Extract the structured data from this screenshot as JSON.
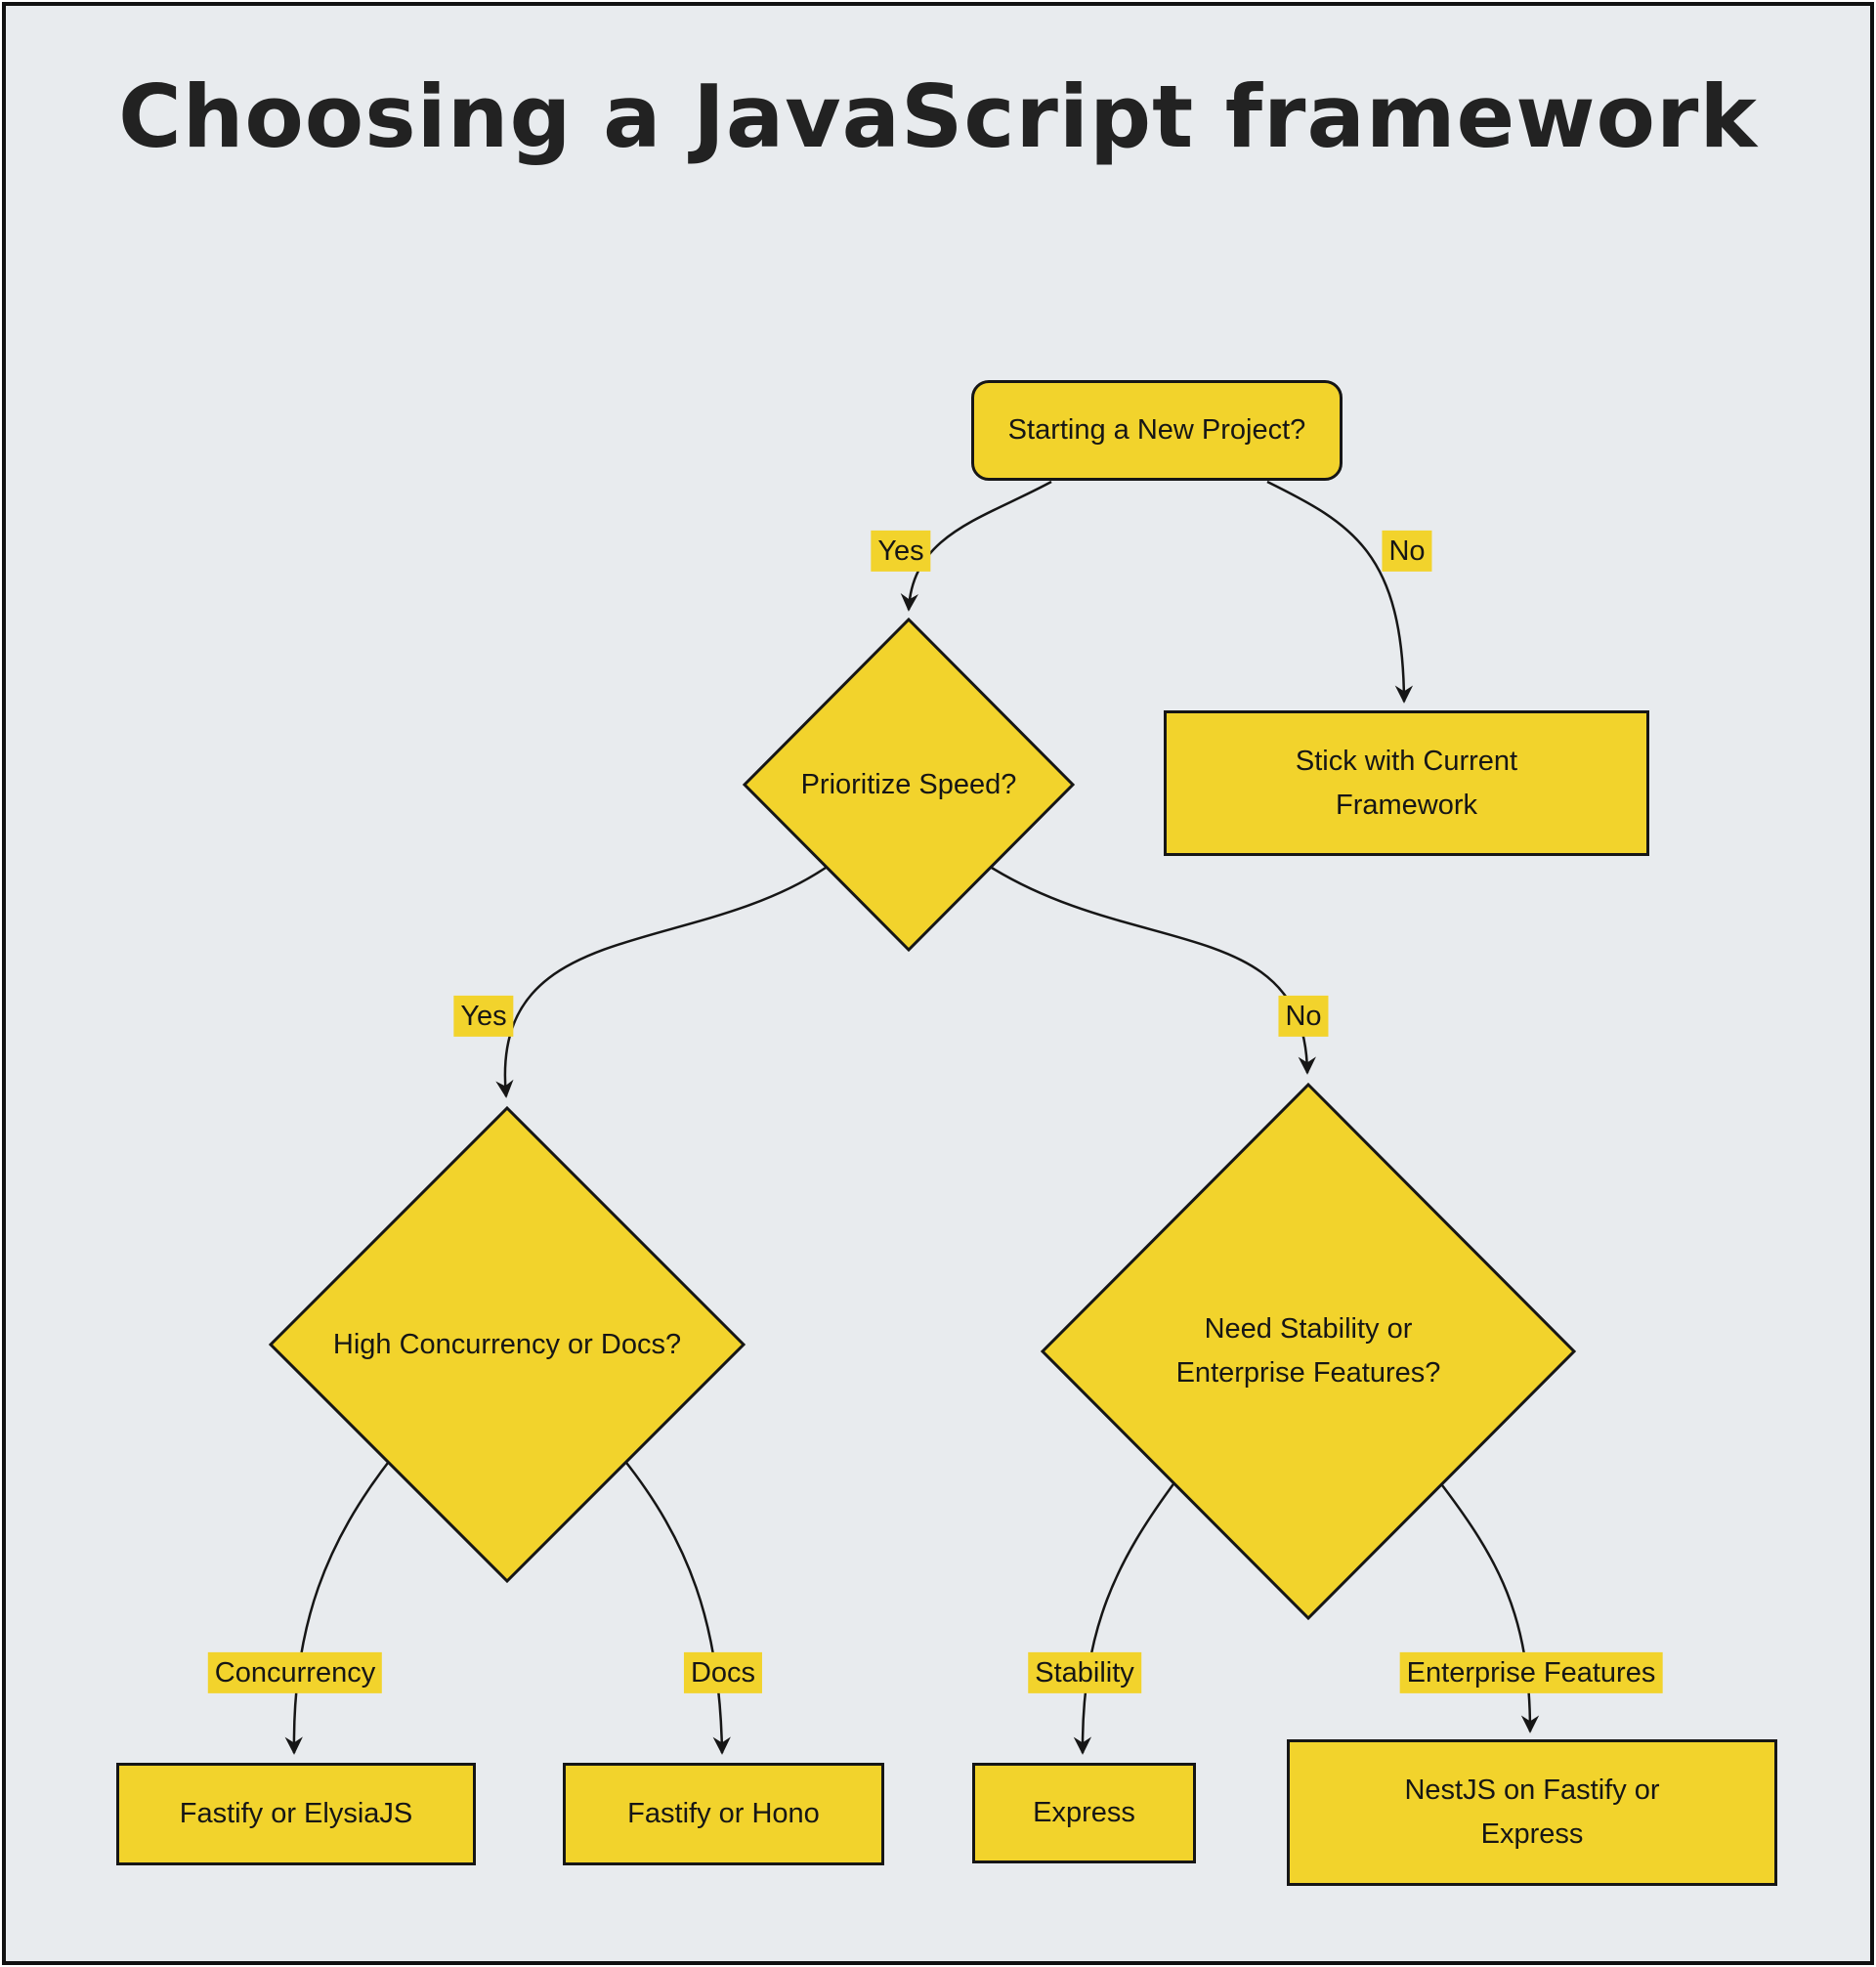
{
  "title": "Choosing a JavaScript framework",
  "colors": {
    "background": "#e8ebee",
    "node_fill": "#f2d32c",
    "stroke": "#161616",
    "frame_border": "#111111"
  },
  "nodes": {
    "start": {
      "label": "Starting a New Project?",
      "shape": "rounded-rect"
    },
    "speed": {
      "label": "Prioritize Speed?",
      "shape": "diamond"
    },
    "stick": {
      "label": "Stick with Current\nFramework",
      "shape": "rect"
    },
    "concurrency_docs": {
      "label": "High Concurrency or Docs?",
      "shape": "diamond"
    },
    "stability_enterprise": {
      "label": "Need Stability or\nEnterprise Features?",
      "shape": "diamond"
    },
    "fastify_elysia": {
      "label": "Fastify or ElysiaJS",
      "shape": "rect"
    },
    "fastify_hono": {
      "label": "Fastify or Hono",
      "shape": "rect"
    },
    "express": {
      "label": "Express",
      "shape": "rect"
    },
    "nestjs": {
      "label": "NestJS on Fastify or\nExpress",
      "shape": "rect"
    }
  },
  "edge_labels": {
    "yes1": "Yes",
    "no1": "No",
    "yes2": "Yes",
    "no2": "No",
    "concurrency": "Concurrency",
    "docs": "Docs",
    "stability": "Stability",
    "enterprise": "Enterprise Features"
  },
  "edges": [
    {
      "from": "start",
      "to": "speed",
      "label": "Yes"
    },
    {
      "from": "start",
      "to": "stick",
      "label": "No"
    },
    {
      "from": "speed",
      "to": "concurrency_docs",
      "label": "Yes"
    },
    {
      "from": "speed",
      "to": "stability_enterprise",
      "label": "No"
    },
    {
      "from": "concurrency_docs",
      "to": "fastify_elysia",
      "label": "Concurrency"
    },
    {
      "from": "concurrency_docs",
      "to": "fastify_hono",
      "label": "Docs"
    },
    {
      "from": "stability_enterprise",
      "to": "express",
      "label": "Stability"
    },
    {
      "from": "stability_enterprise",
      "to": "nestjs",
      "label": "Enterprise Features"
    }
  ]
}
